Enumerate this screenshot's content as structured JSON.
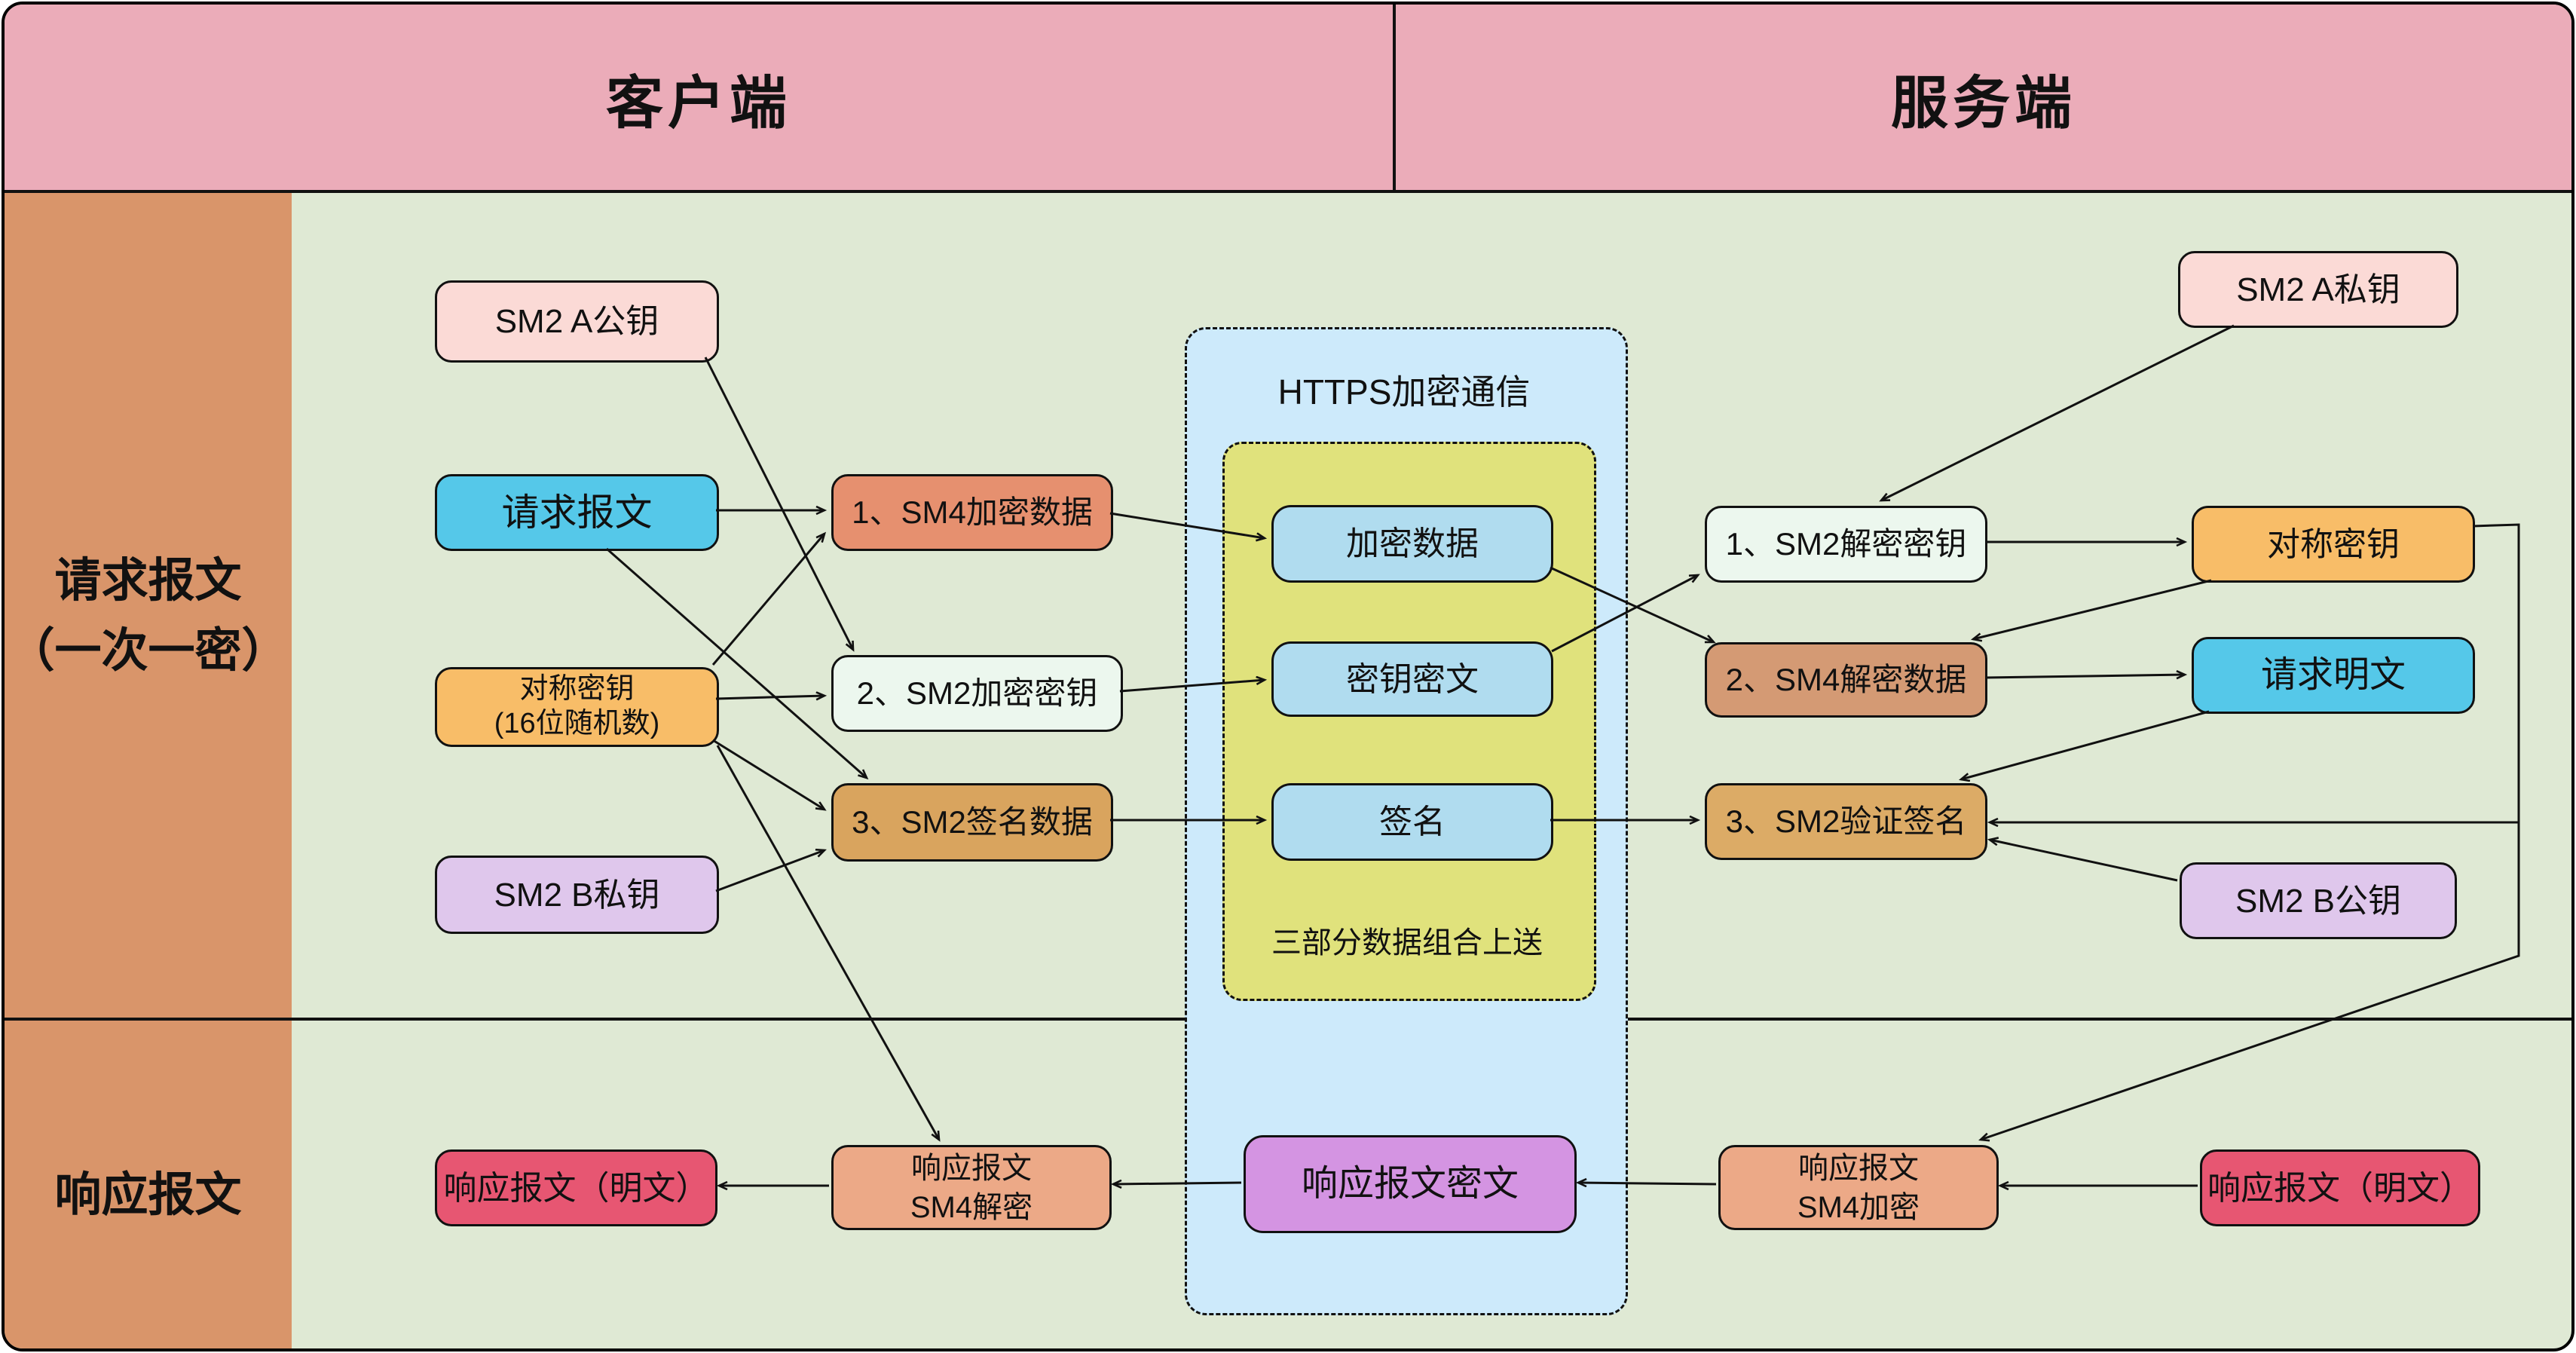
{
  "header": {
    "client": "客户端",
    "server": "服务端"
  },
  "sidebar": {
    "request": "请求报文\n（一次一密）",
    "response": "响应报文"
  },
  "containers": {
    "https": "HTTPS加密通信",
    "combine": "三部分数据组合上送"
  },
  "client": {
    "sm2_a_pub": "SM2 A公钥",
    "request_msg": "请求报文",
    "sym_key": "对称密钥\n(16位随机数)",
    "sm2_b_pri": "SM2 B私钥",
    "step1": "1、SM4加密数据",
    "step2": "2、SM2加密密钥",
    "step3": "3、SM2签名数据"
  },
  "payload": {
    "enc_data": "加密数据",
    "key_cipher": "密钥密文",
    "signature": "签名"
  },
  "server": {
    "sm2_a_pri": "SM2 A私钥",
    "step1": "1、SM2解密密钥",
    "step2": "2、SM4解密数据",
    "step3": "3、SM2验证签名",
    "sym_key": "对称密钥",
    "plain": "请求明文",
    "sm2_b_pub": "SM2 B公钥"
  },
  "response": {
    "client_plain": "响应报文（明文）",
    "client_dec": "响应报文\nSM4解密",
    "cipher": "响应报文密文",
    "server_enc": "响应报文\nSM4加密",
    "server_plain": "响应报文（明文）"
  },
  "palette": {
    "header_pink": "#ebacb9",
    "sidebar_orange": "#d9956a",
    "canvas_green": "#dfe9d4",
    "https_blue": "#cdeafb",
    "combine_yellow": "#e0e27c",
    "payload_blue": "#b0dcef",
    "key_pink": "#fbdad6",
    "msg_blue": "#55c8e9",
    "symkey_orange": "#f8bd68",
    "keypair_purple": "#dfc7ec",
    "sm4_encrypt_salmon": "#e6906f",
    "sm2_mint": "#ecf7ee",
    "sign_tan": "#d9a45e",
    "sm4_decrypt_brown": "#d49a74",
    "verify_tan": "#dcab66",
    "resp_cipher_purple": "#d494e2",
    "resp_sm4_salmon": "#eca987",
    "resp_plain_crimson": "#e75672",
    "line_black": "#111111"
  }
}
